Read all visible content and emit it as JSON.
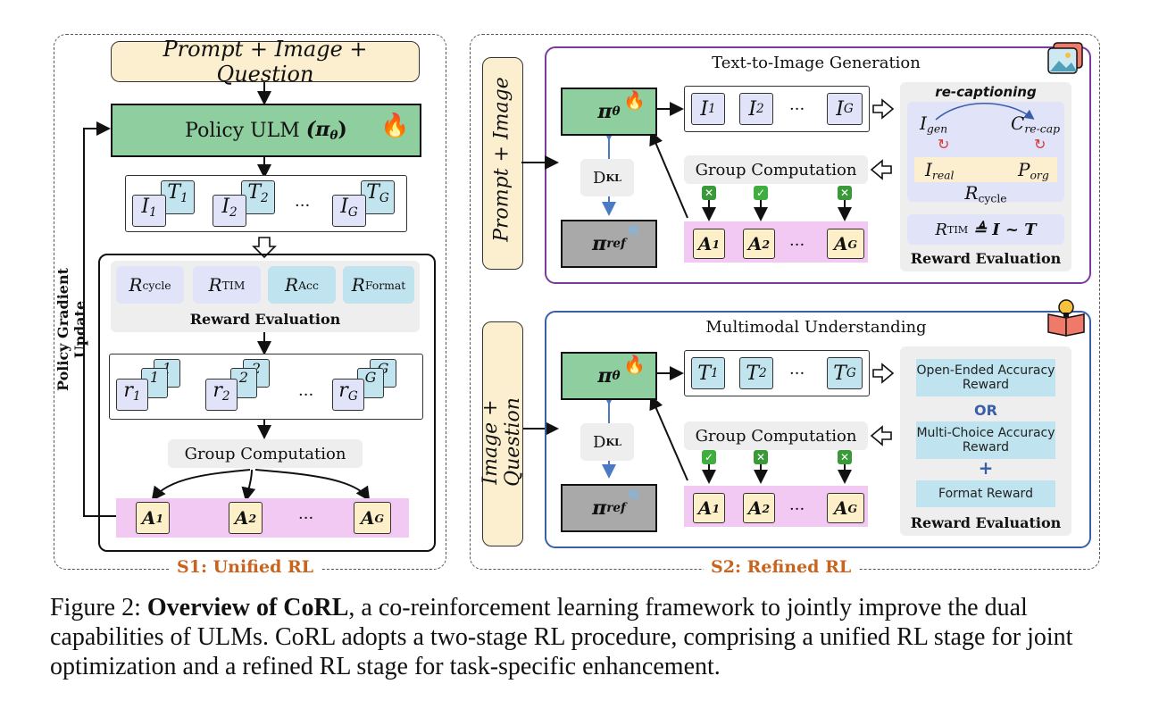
{
  "s1": {
    "label": "S1: Unified RL",
    "prompt": "Prompt + Image + Question",
    "policy_label": "Policy ULM",
    "policy_symbol": "(π",
    "policy_sub": "θ",
    "policy_close": ")",
    "side_label": "Policy Gradient Update",
    "rewards": [
      {
        "sym": "R",
        "sub": "cycle"
      },
      {
        "sym": "R",
        "sub": "TIM"
      },
      {
        "sym": "R",
        "sub": "Acc"
      },
      {
        "sym": "R",
        "sub": "Format"
      }
    ],
    "reward_eval": "Reward Evaluation",
    "group_computation": "Group Computation",
    "outputs": [
      {
        "i": "I",
        "isub": "1",
        "t": "T",
        "tsub": "1"
      },
      {
        "i": "I",
        "isub": "2",
        "t": "T",
        "tsub": "2"
      },
      {
        "i": "I",
        "isub": "G",
        "t": "T",
        "tsub": "G"
      }
    ],
    "rs": [
      {
        "r": "r",
        "sub": "1",
        "stack": "1"
      },
      {
        "r": "r",
        "sub": "2",
        "stack": "2"
      },
      {
        "r": "r",
        "sub": "G",
        "stack": "G"
      }
    ],
    "advantages": [
      {
        "a": "A",
        "sub": "1"
      },
      {
        "a": "A",
        "sub": "2"
      },
      {
        "a": "A",
        "sub": "G"
      }
    ],
    "ellipsis": "···"
  },
  "s2": {
    "label": "S2: Refined RL",
    "t2i": {
      "side_label": "Prompt + Image",
      "title": "Text-to-Image Generation",
      "policy": "π",
      "policy_sub": "θ",
      "ref": "π",
      "ref_sub": "ref",
      "kl": "D",
      "kl_sub": "KL",
      "outputs": [
        {
          "v": "I",
          "s": "1"
        },
        {
          "v": "I",
          "s": "2"
        },
        {
          "v": "I",
          "s": "G"
        }
      ],
      "group_computation": "Group Computation",
      "advantages": [
        {
          "v": "A",
          "s": "1"
        },
        {
          "v": "A",
          "s": "2"
        },
        {
          "v": "A",
          "s": "G"
        }
      ],
      "checks": [
        "✕",
        "✓",
        "✕"
      ],
      "recaption": "re-captioning",
      "i_gen": "I",
      "i_gen_sub": "gen",
      "c_recap": "C",
      "c_recap_sub": "re-cap",
      "i_real": "I",
      "i_real_sub": "real",
      "p_org": "P",
      "p_org_sub": "org",
      "r_cycle": "R",
      "r_cycle_sub": "cycle",
      "r_tim": "R",
      "r_tim_sub": "TIM",
      "r_tim_def": "≜ I ~ T",
      "reward_eval": "Reward Evaluation"
    },
    "mmu": {
      "side_label": "Image + Question",
      "title": "Multimodal Understanding",
      "policy": "π",
      "policy_sub": "θ",
      "ref": "π",
      "ref_sub": "ref",
      "kl": "D",
      "kl_sub": "KL",
      "outputs": [
        {
          "v": "T",
          "s": "1"
        },
        {
          "v": "T",
          "s": "2"
        },
        {
          "v": "T",
          "s": "G"
        }
      ],
      "group_computation": "Group Computation",
      "advantages": [
        {
          "v": "A",
          "s": "1"
        },
        {
          "v": "A",
          "s": "2"
        },
        {
          "v": "A",
          "s": "G"
        }
      ],
      "checks": [
        "✓",
        "✕",
        "✕"
      ],
      "open_ended": "Open-Ended Accuracy Reward",
      "or": "OR",
      "multi_choice": "Multi-Choice Accuracy Reward",
      "plus": "+",
      "format_reward": "Format Reward",
      "reward_eval": "Reward Evaluation"
    }
  },
  "caption": {
    "prefix": "Figure 2: ",
    "bold": "Overview of CoRL",
    "rest": ", a co-reinforcement learning framework to jointly improve the dual capabilities of ULMs. CoRL adopts a two-stage RL procedure, comprising a unified RL stage for joint optimization and a refined RL stage for task-specific enhancement."
  },
  "colors": {
    "stage_label": "#c8641e",
    "policy_green": "#8fcf9f",
    "ref_grey": "#a9a9a9",
    "t2i_border": "#7a3aa0",
    "mmu_border": "#3a5fa8",
    "reward_purple": "#e1e3f8",
    "reward_blue": "#bfe3ef",
    "advantage_bar": "#f2c9f3"
  },
  "icons": [
    "fire-icon",
    "snowflake-icon",
    "image-stack-icon",
    "book-bulb-icon",
    "check-icon",
    "cross-icon",
    "hollow-arrow-icon",
    "refresh-icon"
  ]
}
